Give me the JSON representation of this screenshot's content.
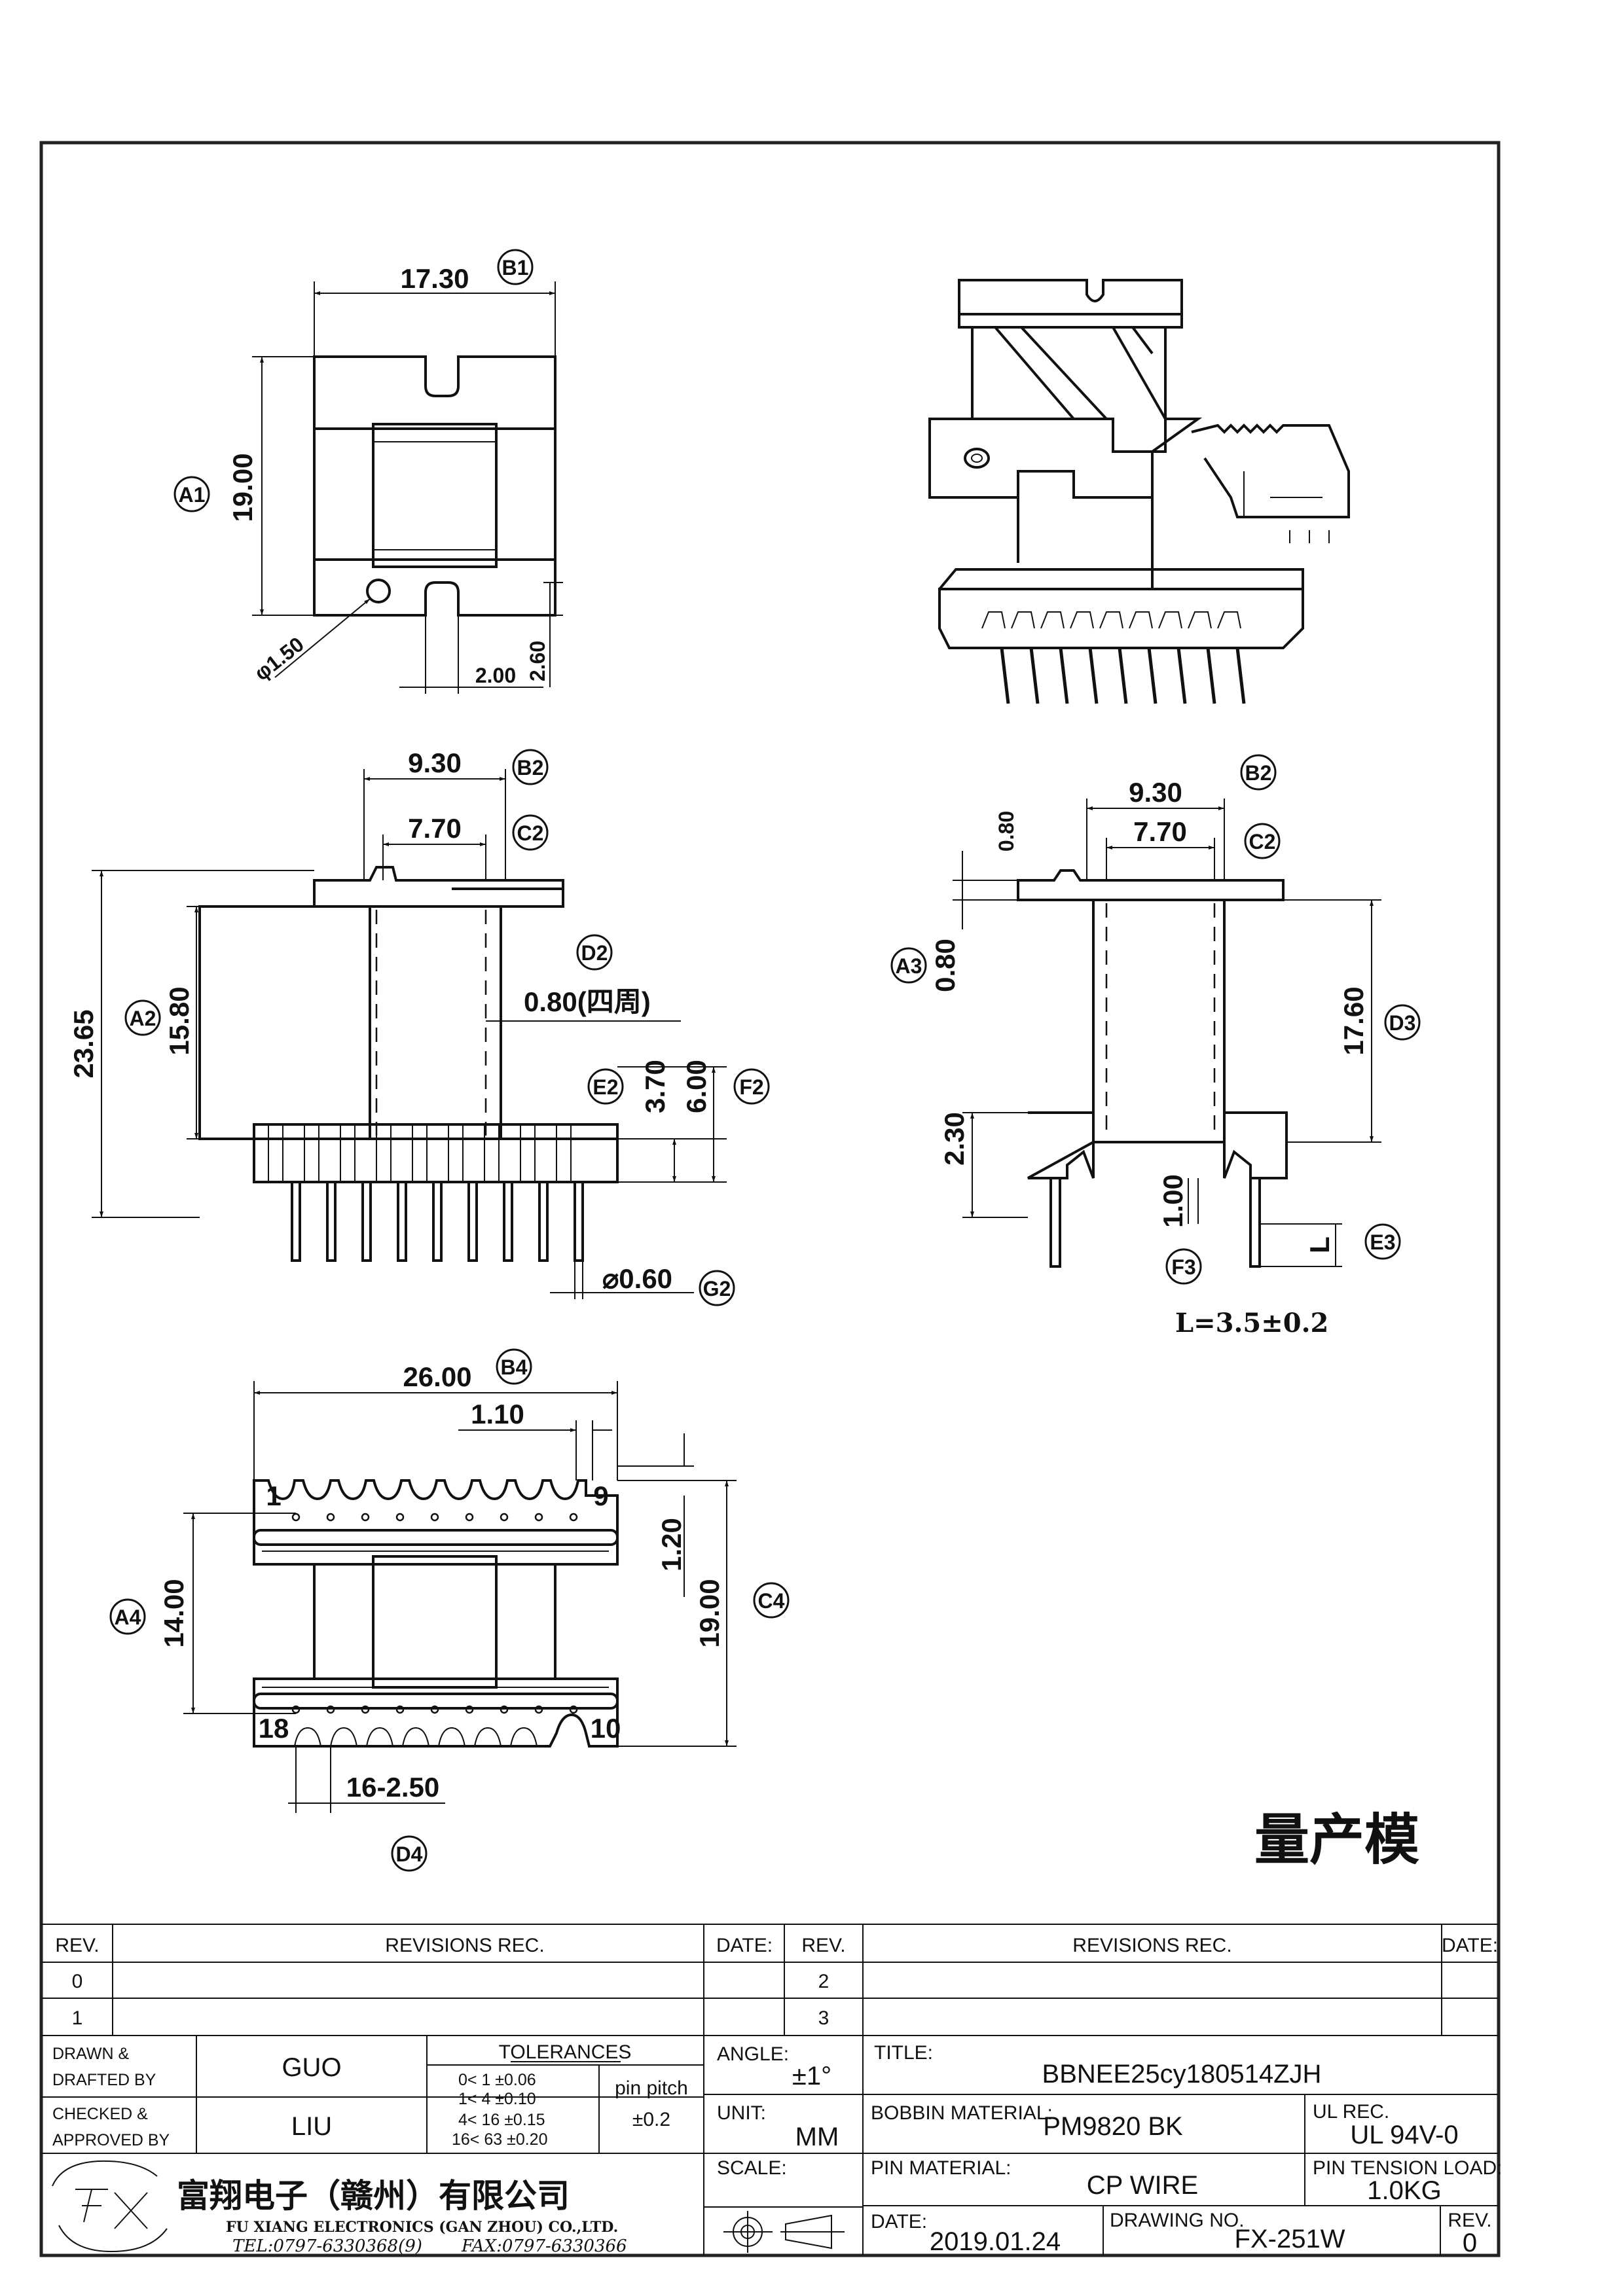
{
  "top_view": {
    "dims": [
      "17.30",
      "19.00",
      "2.00",
      "2.60"
    ],
    "hole": "φ1.50",
    "callouts": [
      "B1",
      "A1"
    ]
  },
  "front_view": {
    "dims": [
      "9.30",
      "7.70",
      "23.65",
      "15.80",
      "0.80(四周)",
      "3.70",
      "6.00",
      "⌀0.60"
    ],
    "callouts": [
      "B2",
      "C2",
      "A2",
      "D2",
      "E2",
      "F2",
      "G2"
    ]
  },
  "side_view": {
    "dims": [
      "9.30",
      "7.70",
      "0.80",
      "0.80",
      "17.60",
      "2.30",
      "1.00",
      "L"
    ],
    "callouts": [
      "B2",
      "C2",
      "A3",
      "D3",
      "F3",
      "E3"
    ],
    "note": "L=3.5±0.2"
  },
  "bottom_view": {
    "dims": [
      "26.00",
      "1.10",
      "1.20",
      "14.00",
      "19.00",
      "16-2.50"
    ],
    "callouts": [
      "B4",
      "A4",
      "C4",
      "D4"
    ],
    "pins": [
      "1",
      "9",
      "18",
      "10"
    ]
  },
  "stamp": "量产模",
  "title_block": {
    "rev_header": "REV.",
    "revisions_header": "REVISIONS   REC.",
    "date_header": "DATE:",
    "rev_rows_left": [
      "0",
      "1"
    ],
    "rev_rows_right": [
      "2",
      "3"
    ],
    "drawn_label": "DRAWN &\nDRAFTED BY",
    "drawn_value": "GUO",
    "checked_label": "CHECKED &\nAPPROVED BY",
    "checked_value": "LIU",
    "tolerances_title": "TOLERANCES",
    "tolerances": [
      "0<  1   ±0.06",
      "1<  4   ±0.10",
      "4<  16  ±0.15",
      "16<  63  ±0.20"
    ],
    "pin_pitch_label": "pin pitch",
    "pin_pitch_value": "±0.2",
    "angle_label": "ANGLE:",
    "angle_value": "±1°",
    "unit_label": "UNIT:",
    "unit_value": "MM",
    "scale_label": "SCALE:",
    "title_label": "TITLE:",
    "title_value": "BBNEE25cy180514ZJH",
    "bobbin_label": "BOBBIN MATERIAL:",
    "bobbin_value": "PM9820  BK",
    "ul_label": "UL REC.",
    "ul_value": "UL  94V-0",
    "pin_material_label": "PIN MATERIAL:",
    "pin_material_value": "CP  WIRE",
    "tension_label": "PIN  TENSION  LOAD:",
    "tension_value": "1.0KG",
    "date_label": "DATE:",
    "date_value": "2019.01.24",
    "drawing_no_label": "DRAWING  NO.",
    "drawing_no_value": "FX-251W",
    "rev_label": "REV.",
    "rev_value": "0",
    "company_cn": "富翔电子（赣州）有限公司",
    "company_en": "FU XIANG ELECTRONICS (GAN ZHOU) CO.,LTD.",
    "tel": "TEL:0797-6330368(9)",
    "fax": "FAX:0797-6330366"
  }
}
